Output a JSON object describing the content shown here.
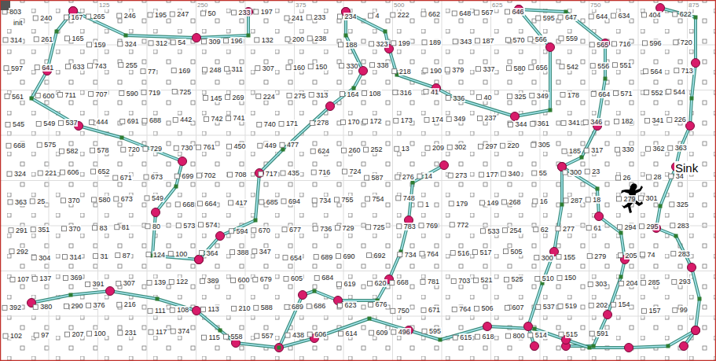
{
  "diagram": {
    "labels": [
      "init",
      "Sink",
      "125",
      "250",
      "375",
      "500",
      "625",
      "750",
      "875",
      "803",
      "240",
      "167",
      "265",
      "246",
      "195",
      "247",
      "50",
      "233",
      "197",
      "241",
      "233",
      "234",
      "4",
      "222",
      "662",
      "648",
      "567",
      "646",
      "595",
      "647",
      "644",
      "634",
      "404",
      "622",
      "314",
      "261",
      "165",
      "159",
      "324",
      "312",
      "54",
      "309",
      "196",
      "132",
      "200",
      "238",
      "188",
      "323",
      "199",
      "189",
      "343",
      "187",
      "570",
      "566",
      "559",
      "565",
      "716",
      "596",
      "720",
      "597",
      "641",
      "633",
      "743",
      "255",
      "77",
      "169",
      "248",
      "311",
      "307",
      "160",
      "150",
      "330",
      "338",
      "218",
      "190",
      "379",
      "337",
      "580",
      "656",
      "542",
      "556",
      "551",
      "564",
      "713",
      "561",
      "600",
      "711",
      "707",
      "590",
      "719",
      "725",
      "145",
      "269",
      "224",
      "275",
      "313",
      "164",
      "108",
      "316",
      "41",
      "336",
      "40",
      "325",
      "349",
      "178",
      "664",
      "571",
      "552",
      "544",
      "545",
      "549",
      "537",
      "444",
      "691",
      "688",
      "442",
      "742",
      "741",
      "740",
      "171",
      "278",
      "170",
      "172",
      "173",
      "174",
      "349",
      "237",
      "344",
      "361",
      "341",
      "346",
      "182",
      "341",
      "226",
      "668",
      "575",
      "582",
      "578",
      "720",
      "729",
      "730",
      "761",
      "450",
      "449",
      "477",
      "624",
      "260",
      "252",
      "13",
      "209",
      "302",
      "297",
      "220",
      "305",
      "185",
      "317",
      "330",
      "362",
      "363",
      "324",
      "221",
      "606",
      "652",
      "671",
      "673",
      "699",
      "702",
      "708",
      "717",
      "435",
      "716",
      "724",
      "587",
      "276",
      "14",
      "273",
      "177",
      "340",
      "55",
      "300",
      "23",
      "26",
      "28",
      "34",
      "363",
      "25",
      "370",
      "580",
      "673",
      "549",
      "668",
      "664",
      "417",
      "685",
      "694",
      "734",
      "755",
      "754",
      "748",
      "1",
      "179",
      "149",
      "268",
      "16",
      "287",
      "18",
      "279",
      "301",
      "325",
      "291",
      "351",
      "370",
      "83",
      "81",
      "80",
      "573",
      "574",
      "594",
      "670",
      "677",
      "736",
      "729",
      "725",
      "783",
      "769",
      "772",
      "533",
      "254",
      "62",
      "277",
      "61",
      "294",
      "295",
      "283",
      "292",
      "304",
      "314",
      "31",
      "87",
      "124",
      "100",
      "364",
      "388",
      "347",
      "654",
      "689",
      "690",
      "692",
      "734",
      "764",
      "516",
      "517",
      "505",
      "300",
      "155",
      "279",
      "205",
      "74",
      "283",
      "107",
      "137",
      "369",
      "391",
      "307",
      "139",
      "122",
      "389",
      "600",
      "679",
      "605",
      "684",
      "619",
      "620",
      "668",
      "781",
      "703",
      "521",
      "525",
      "510",
      "150",
      "303",
      "204",
      "285",
      "293",
      "392",
      "380",
      "290",
      "376",
      "216",
      "111",
      "108",
      "113",
      "210",
      "588",
      "689",
      "686",
      "623",
      "676",
      "750",
      "671",
      "764",
      "506",
      "607",
      "537",
      "519",
      "202",
      "154",
      "157",
      "99",
      "102",
      "97",
      "207",
      "100",
      "231",
      "117",
      "374",
      "115",
      "558",
      "557",
      "438",
      "606",
      "614",
      "609",
      "496",
      "595",
      "615",
      "618",
      "800",
      "514",
      "515",
      "591"
    ]
  }
}
